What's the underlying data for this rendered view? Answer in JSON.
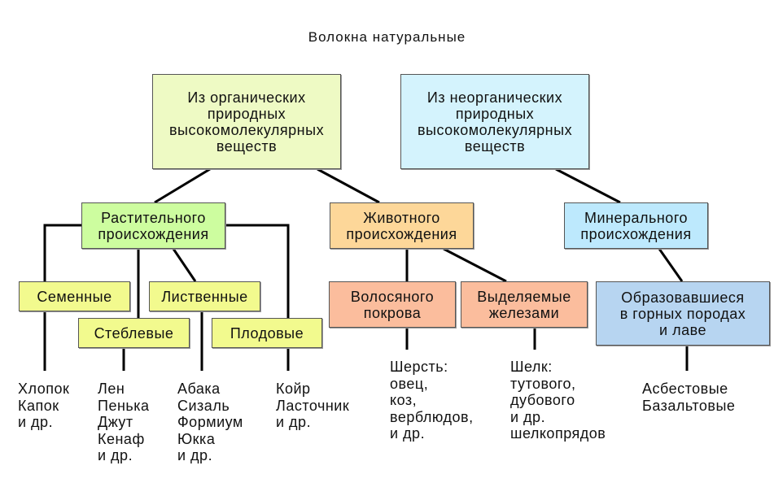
{
  "title": "Волокна натуральные",
  "colors": {
    "organic": "#eefac4",
    "inorganic": "#d4f3fd",
    "plant": "#cdfd9f",
    "animal": "#fdd799",
    "mineral": "#bde9fd",
    "plant_sub": "#f2fa8e",
    "animal_sub": "#fbbd9d",
    "mineral_sub": "#b7d5f1",
    "line": "#000000"
  },
  "boxes": {
    "organic": [
      "Из органических",
      "природных",
      "высокомолекулярных",
      "веществ"
    ],
    "inorganic": [
      "Из неорганических",
      "природных",
      "высокомолекулярных",
      "веществ"
    ],
    "plant": [
      "Растительного",
      "происхождения"
    ],
    "animal": [
      "Животного",
      "происхождения"
    ],
    "mineral": [
      "Минерального",
      "происхождения"
    ],
    "seed": [
      "Семенные"
    ],
    "leaf": [
      "Лиственные"
    ],
    "stem": [
      "Стеблевые"
    ],
    "fruit": [
      "Плодовые"
    ],
    "hair": [
      "Волосяного",
      "покрова"
    ],
    "gland": [
      "Выделяемые",
      "железами"
    ],
    "rock": [
      "Образовавшиеся",
      "в горных породах",
      "и лаве"
    ]
  },
  "examples": {
    "seed": [
      "Хлопок",
      "Капок",
      "и др."
    ],
    "stem": [
      "Лен",
      "Пенька",
      "Джут",
      "Кенаф",
      "и др."
    ],
    "leaf": [
      "Абака",
      "Сизаль",
      "Формиум",
      "Юкка",
      "и др."
    ],
    "fruit": [
      "Койр",
      "Ласточник",
      "и др."
    ],
    "hair": [
      "Шерсть:",
      "овец,",
      "коз,",
      "верблюдов,",
      "и др."
    ],
    "gland": [
      "Шелк:",
      "тутового,",
      "дубового",
      "и др.",
      "шелкопрядов"
    ],
    "rock": [
      "Асбестовые",
      "Базальтовые"
    ]
  }
}
